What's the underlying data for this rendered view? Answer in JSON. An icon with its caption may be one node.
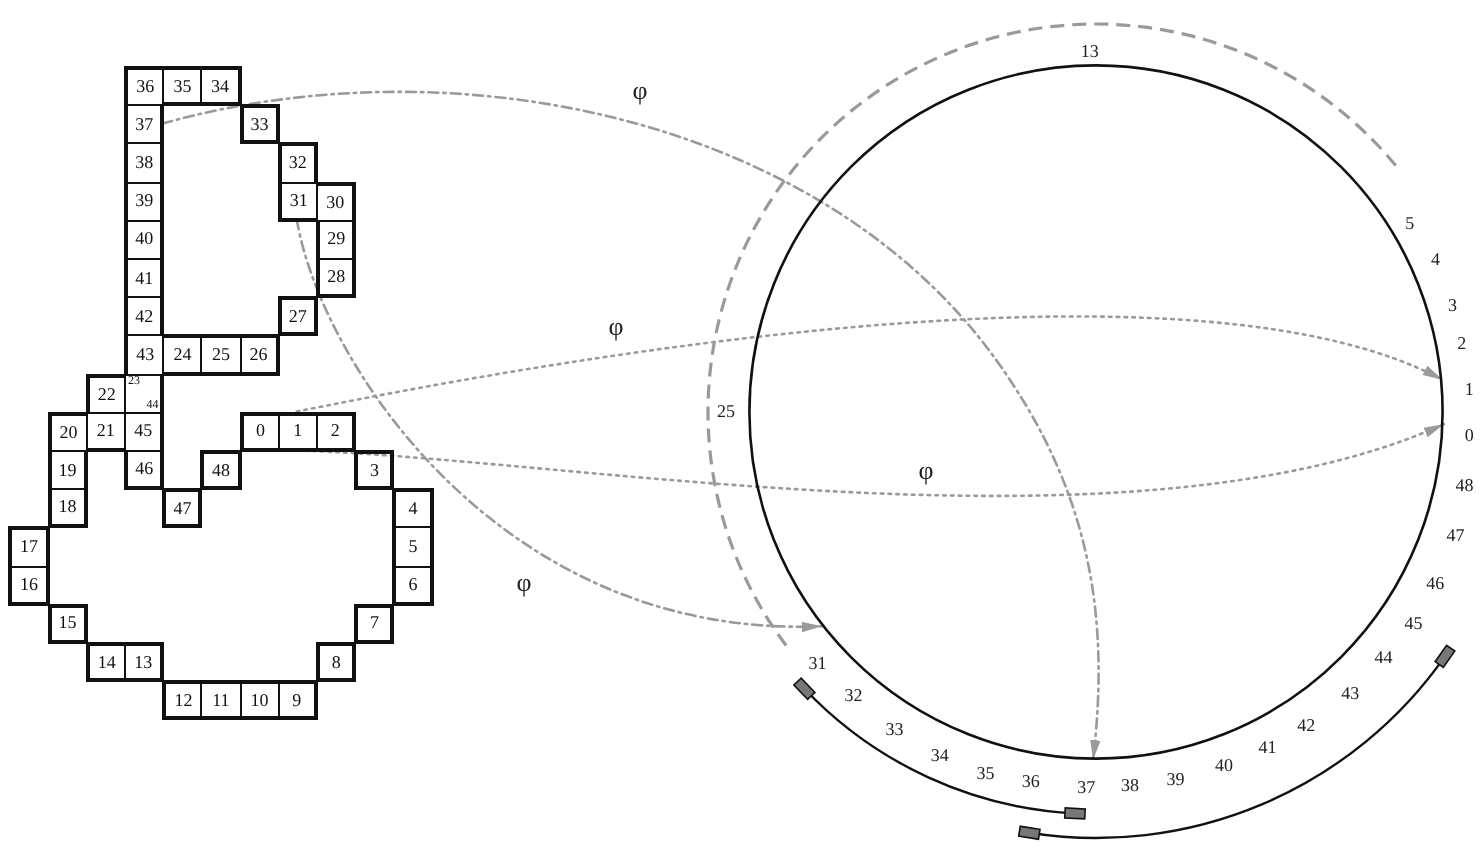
{
  "diagram": {
    "nodes": [
      {
        "text": [
          "36"
        ]
      },
      {
        "text": [
          "35"
        ]
      },
      {
        "text": [
          "34"
        ]
      },
      {
        "text": [
          "37"
        ]
      },
      {
        "text": [
          "33"
        ]
      },
      {
        "text": [
          "38"
        ]
      },
      {
        "text": [
          "32"
        ]
      },
      {
        "text": [
          "39"
        ]
      },
      {
        "text": [
          "31"
        ]
      },
      {
        "text": [
          "30"
        ]
      },
      {
        "text": [
          "40"
        ]
      },
      {
        "text": [
          "29"
        ]
      },
      {
        "text": [
          "41"
        ]
      },
      {
        "text": [
          "28"
        ]
      },
      {
        "text": [
          "42"
        ]
      },
      {
        "text": [
          "27"
        ]
      },
      {
        "text": [
          "43"
        ]
      },
      {
        "text": [
          "24"
        ]
      },
      {
        "text": [
          "25"
        ]
      },
      {
        "text": [
          "26"
        ]
      },
      {
        "text": [
          "22"
        ]
      },
      {
        "text": [
          "23",
          "44"
        ]
      },
      {
        "text": [
          "20"
        ]
      },
      {
        "text": [
          "21"
        ]
      },
      {
        "text": [
          "45"
        ]
      },
      {
        "text": [
          "0"
        ]
      },
      {
        "text": [
          "1"
        ]
      },
      {
        "text": [
          "2"
        ]
      },
      {
        "text": [
          "19"
        ]
      },
      {
        "text": [
          "46"
        ]
      },
      {
        "text": [
          "48"
        ]
      },
      {
        "text": [
          "3"
        ]
      },
      {
        "text": [
          "18"
        ]
      },
      {
        "text": [
          "47"
        ]
      },
      {
        "text": [
          "4"
        ]
      },
      {
        "text": [
          "17"
        ]
      },
      {
        "text": [
          "5"
        ]
      },
      {
        "text": [
          "16"
        ]
      },
      {
        "text": [
          "6"
        ]
      },
      {
        "text": [
          "15"
        ]
      },
      {
        "text": [
          "7"
        ]
      },
      {
        "text": [
          "14"
        ]
      },
      {
        "text": [
          "13"
        ]
      },
      {
        "text": [
          "8"
        ]
      },
      {
        "text": [
          "12"
        ]
      },
      {
        "text": [
          "11"
        ]
      },
      {
        "text": [
          "10"
        ]
      },
      {
        "text": [
          "9"
        ]
      },
      {
        "text": [],
        "shape": "circle",
        "beside": [
          "13",
          "5",
          "4",
          "3",
          "2",
          "1",
          "0",
          "48",
          "47",
          "46",
          "45",
          "44",
          "43",
          "42",
          "41",
          "40",
          "39",
          "38",
          "37",
          "36",
          "35",
          "34",
          "33",
          "32",
          "31",
          "25"
        ]
      }
    ],
    "edges": [
      {
        "from": 3,
        "to": 48,
        "arrow": "to",
        "label": "φ",
        "style": "dashed"
      },
      {
        "from": 26,
        "to": 48,
        "arrow": "to",
        "label": "φ",
        "style": "dashed"
      },
      {
        "from": 25,
        "to": 48,
        "arrow": "to",
        "label": "φ",
        "style": "dashed"
      },
      {
        "from": 8,
        "to": 48,
        "arrow": "to",
        "label": "φ",
        "style": "dashed"
      }
    ]
  }
}
